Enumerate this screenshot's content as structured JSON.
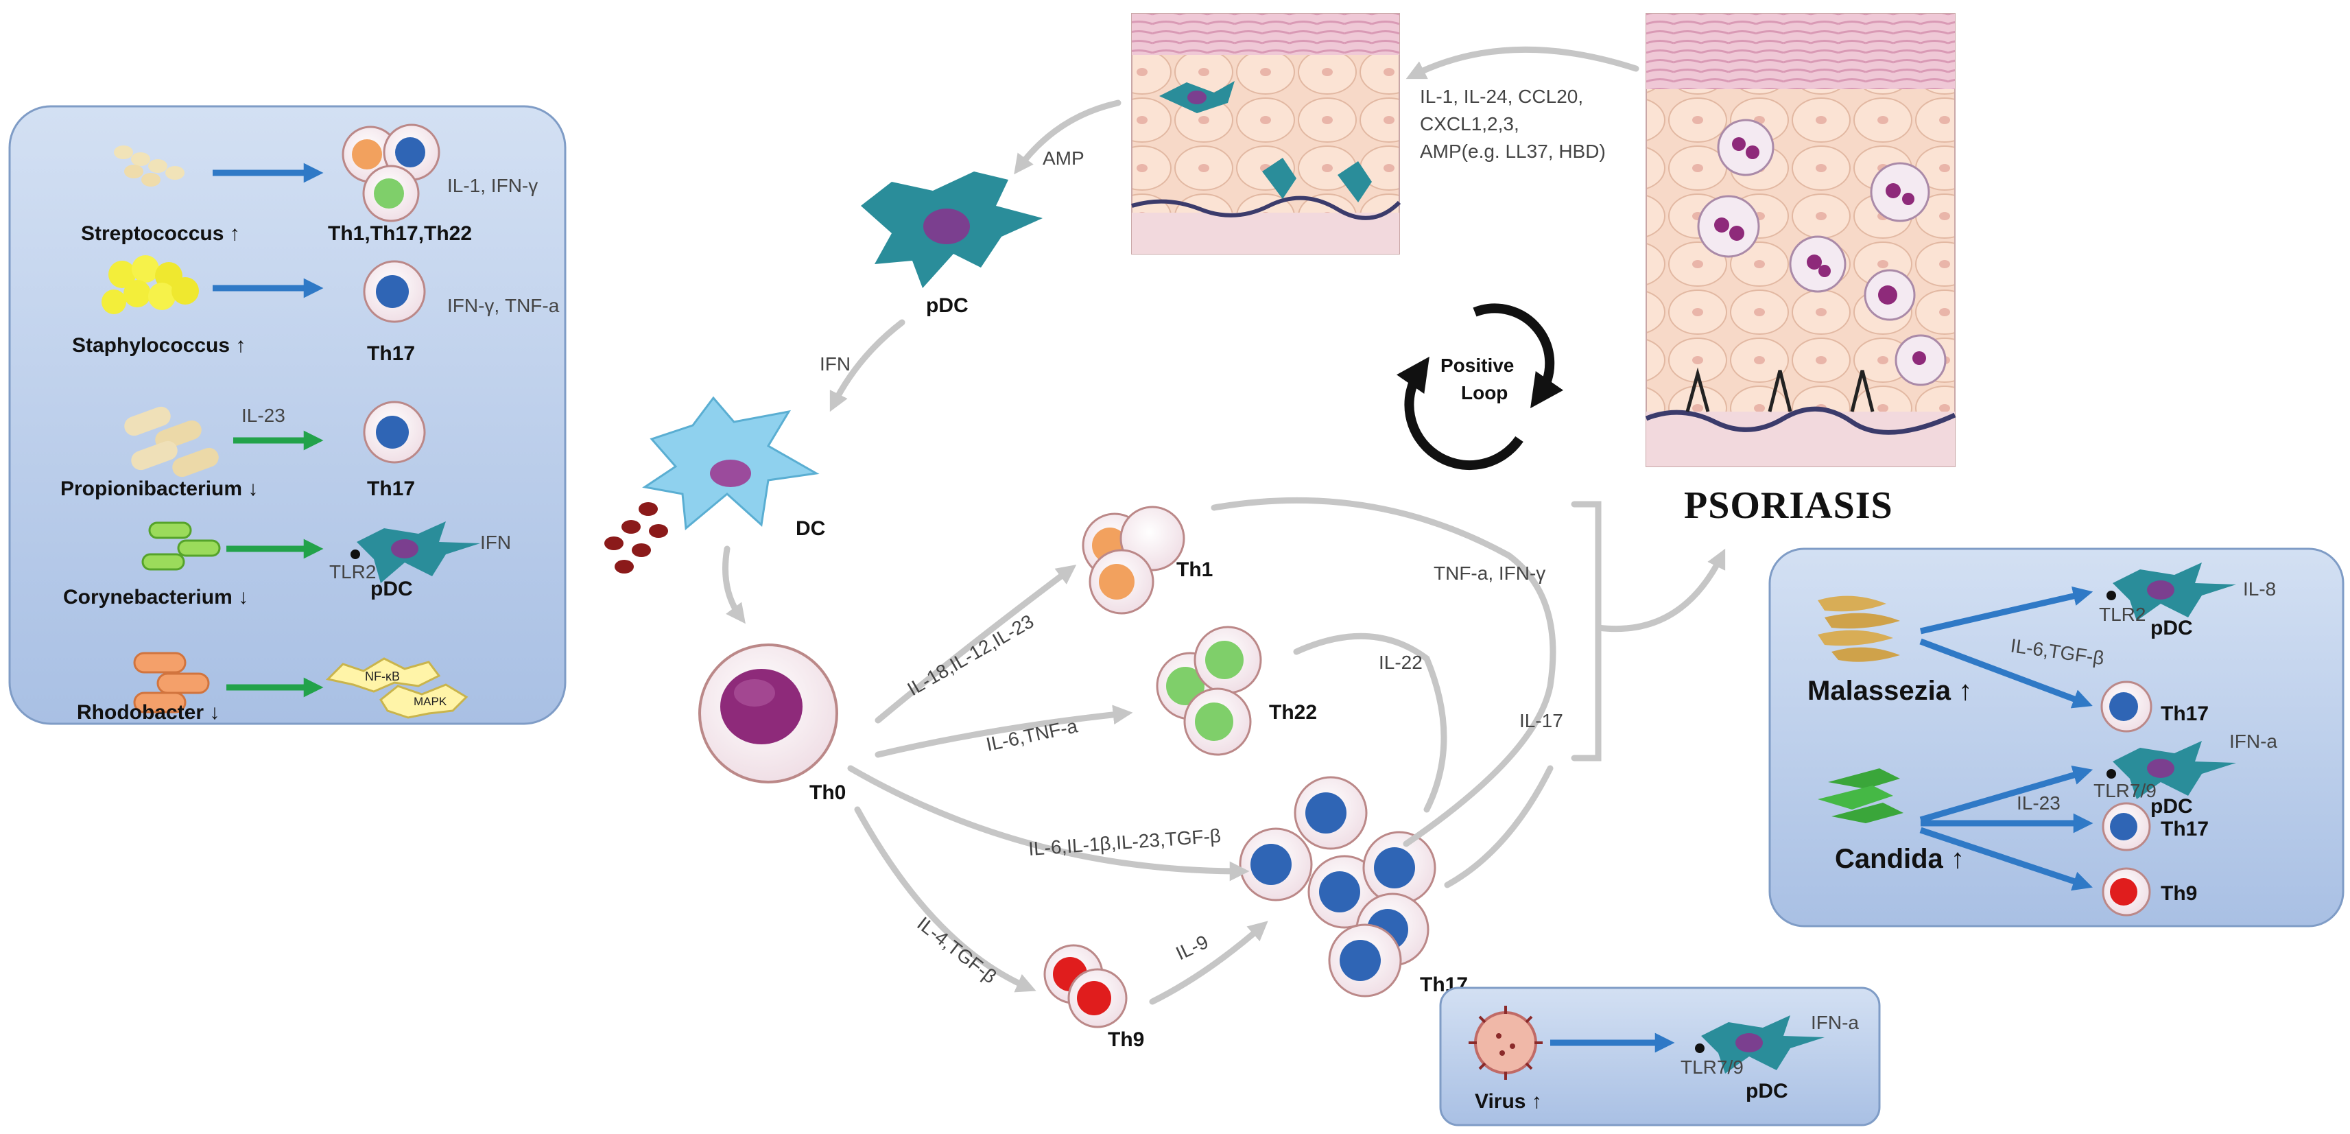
{
  "colors": {
    "panel_fill": "#b9cdea",
    "panel_border": "#7f9cc6",
    "blue_arrow": "#2f79c6",
    "green_arrow": "#22a24a",
    "grey_arrow": "#c6c6c6",
    "th0": "#8e2a7a",
    "th1": "#f2a15e",
    "th22": "#7fcf6a",
    "th17": "#2f65b5",
    "th9": "#e01d1d",
    "pdc": "#2a8d9a",
    "dc": "#7cc8e8"
  },
  "bacteria_panel": {
    "items": [
      {
        "name": "Streptococcus ↑",
        "cells": "Th1,Th17,Th22",
        "cytokines": "IL-1, IFN-γ"
      },
      {
        "name": "Staphylococcus ↑",
        "cells": "Th17",
        "cytokines": "IFN-γ, TNF-a"
      },
      {
        "name": "Propionibacterium ↓",
        "cells": "Th17",
        "arrow_label": "IL-23"
      },
      {
        "name": "Corynebacterium ↓",
        "cells": "pDC",
        "receptor": "TLR2",
        "cytokines": "IFN"
      },
      {
        "name": "Rhodobacter ↓",
        "pathway1": "NF-κB",
        "pathway2": "MAPK"
      }
    ]
  },
  "skin": {
    "cytokines_line1": "IL-1, IL-24, CCL20,",
    "cytokines_line2": "CXCL1,2,3,",
    "cytokines_line3": "AMP(e.g. LL37,   HBD)",
    "amp_label": "AMP",
    "disease": "PSORIASIS"
  },
  "loop": {
    "line1": "Positive",
    "line2": "Loop"
  },
  "cells": {
    "pdc": "pDC",
    "dc": "DC",
    "ifn": "IFN",
    "th0": "Th0",
    "th1": "Th1",
    "th22": "Th22",
    "th17": "Th17",
    "th9": "Th9"
  },
  "differentiation": {
    "to_th1": "IL-18,IL-12,IL-23",
    "to_th22": "IL-6,TNF-a",
    "to_th17": "IL-6,IL-1β,IL-23,TGF-β",
    "to_th9": "IL-4,TGF-β",
    "th9_to_th17": "IL-9"
  },
  "effectors": {
    "th1": "TNF-a, IFN-γ",
    "th22": "IL-22",
    "th17": "IL-17"
  },
  "fungi_panel": {
    "malassezia": {
      "name": "Malassezia ↑",
      "receptor": "TLR2",
      "pdc": "pDC",
      "pdc_cytokine": "IL-8",
      "arrow_label": "IL-6,TGF-β",
      "th": "Th17"
    },
    "candida": {
      "name": "Candida ↑",
      "receptor": "TLR7/9",
      "pdc": "pDC",
      "pdc_cytokine": "IFN-a",
      "arrow_label": "IL-23",
      "th17": "Th17",
      "th9": "Th9"
    }
  },
  "virus_panel": {
    "name": "Virus ↑",
    "receptor": "TLR7/9",
    "pdc": "pDC",
    "cytokine": "IFN-a"
  }
}
